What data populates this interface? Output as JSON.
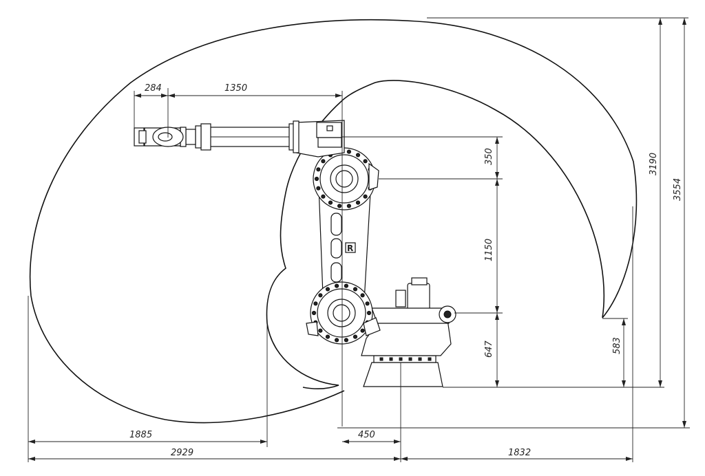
{
  "dimensions": {
    "wrist_offset": "284",
    "arm_reach": "1350",
    "forearm_height": "350",
    "upper_arm_length": "1150",
    "shoulder_height": "647",
    "envelope_lower_height": "583",
    "envelope_reach_height": "3190",
    "total_height": "3554",
    "rear_reach": "1885",
    "max_reach": "2929",
    "shoulder_offset": "450",
    "front_reach": "1832"
  },
  "logo_text": "R"
}
